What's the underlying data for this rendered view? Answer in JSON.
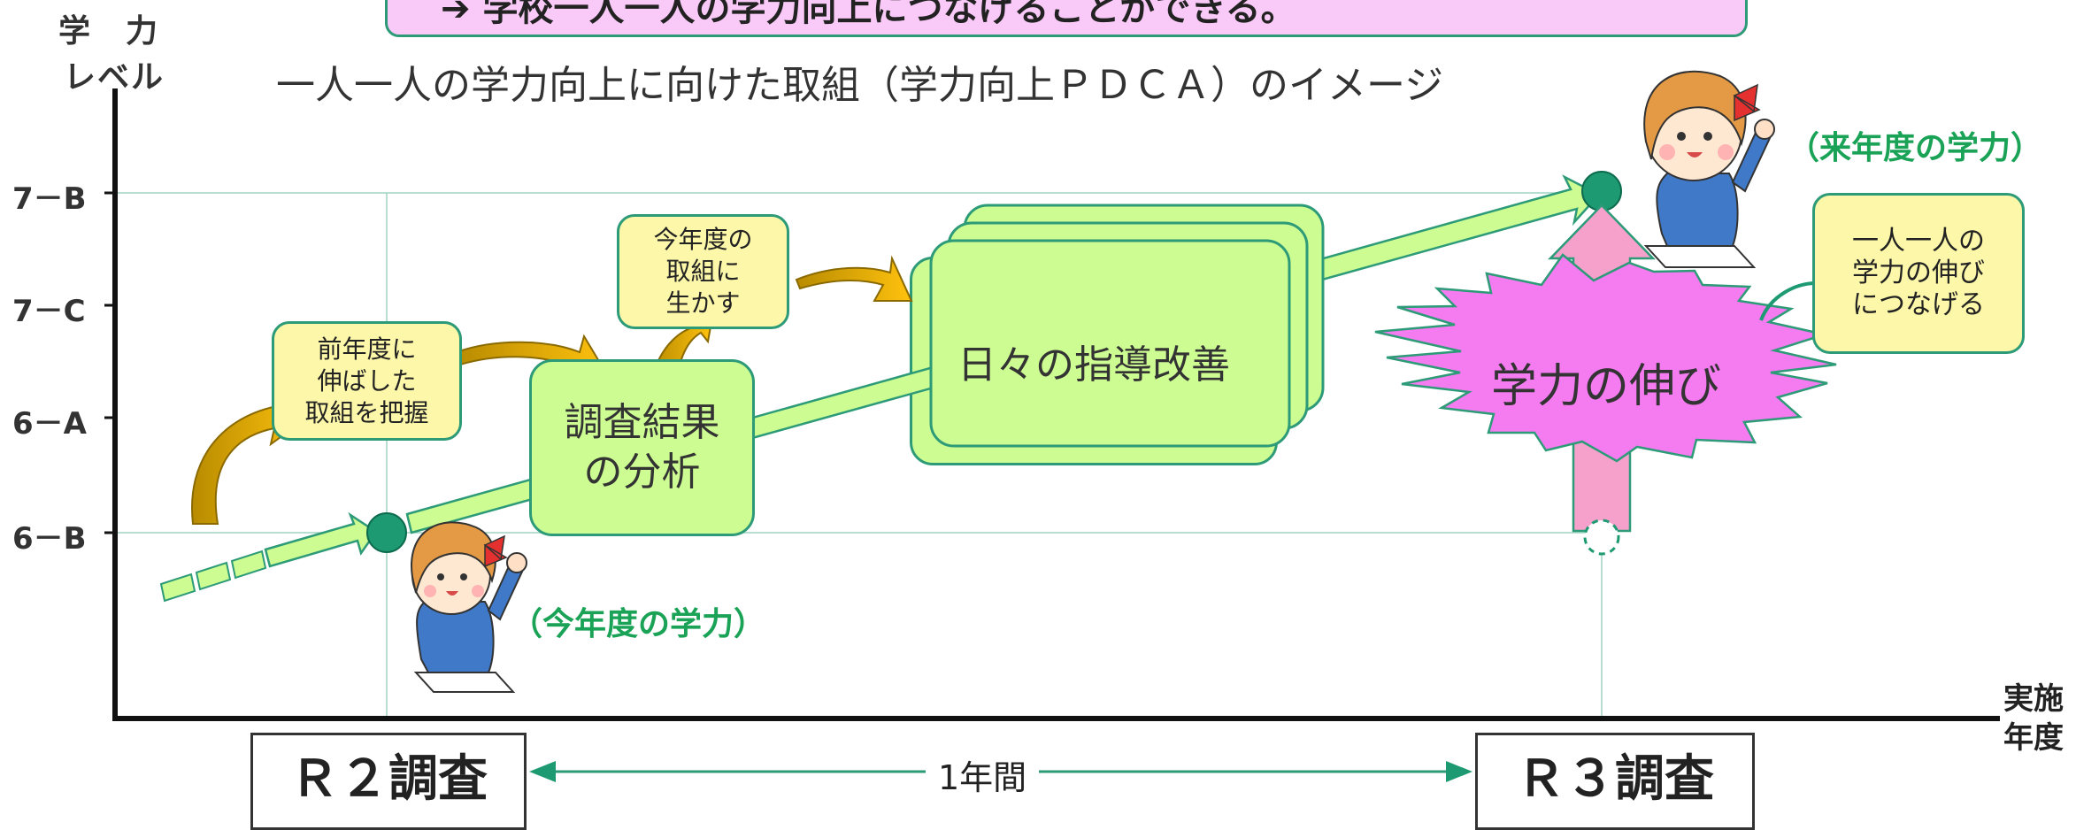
{
  "banner": {
    "text": "➔ 学校一人一人の学力向上につなげることができる。"
  },
  "y_axis": {
    "label_line1": "学　力",
    "label_line2": "レベル",
    "ticks": [
      "7－B",
      "7－C",
      "6－A",
      "6－B"
    ]
  },
  "title": "一人一人の学力向上に向けた取組（学力向上ＰＤＣＡ）のイメージ",
  "x_axis": {
    "label_line1": "実施",
    "label_line2": "年度"
  },
  "notes": {
    "grasp": "前年度に\n伸ばした\n取組を把握",
    "apply": "今年度の\n取組に\n生かす",
    "link": "一人一人の\n学力の伸び\nにつなげる"
  },
  "boxes": {
    "analysis": "調査結果\nの分析",
    "daily": "日々の指導改善",
    "growth": "学力の伸び"
  },
  "levels": {
    "current": "（今年度の学力）",
    "next": "（来年度の学力）"
  },
  "surveys": {
    "r2": "Ｒ２調査",
    "r3": "Ｒ３調査",
    "period": "1年間"
  },
  "colors": {
    "accent_green": "#2d9a78",
    "box_green": "#ccfc92",
    "note_yellow": "#fdf7a9",
    "burst_pink": "#f57bf0",
    "arrow_pink": "#f6a1cc",
    "curve_orange": "#e0a400"
  }
}
